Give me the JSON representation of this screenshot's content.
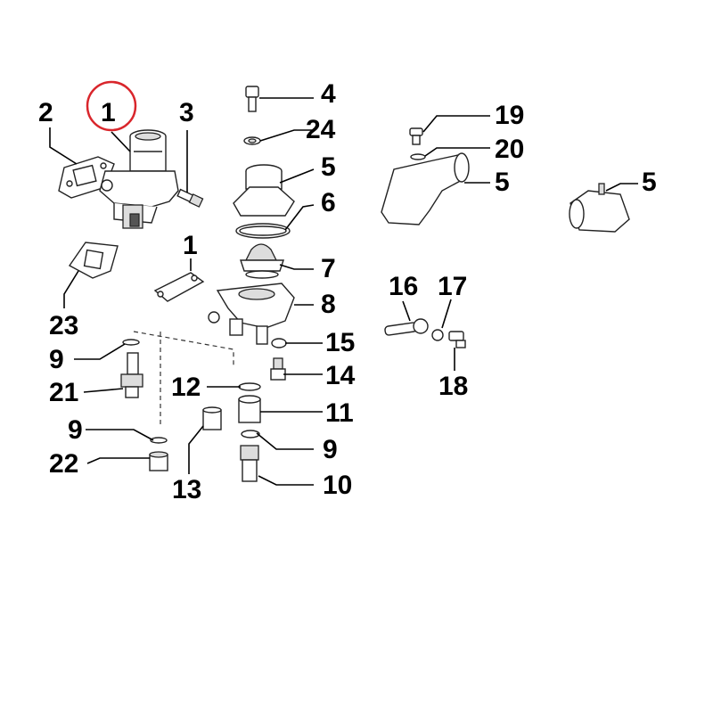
{
  "highlight": {
    "color": "#d9262c",
    "target_label": "1"
  },
  "callouts": {
    "c1a": "1",
    "c2": "2",
    "c3": "3",
    "c4": "4",
    "c24": "24",
    "c5a": "5",
    "c6": "6",
    "c19": "19",
    "c20": "20",
    "c5b": "5",
    "c5c": "5",
    "c1b": "1",
    "c7": "7",
    "c8": "8",
    "c23": "23",
    "c16": "16",
    "c17": "17",
    "c18": "18",
    "c9a": "9",
    "c21": "21",
    "c15": "15",
    "c14": "14",
    "c12": "12",
    "c11": "11",
    "c9b": "9",
    "c9c": "9",
    "c22": "22",
    "c13": "13",
    "c10": "10"
  }
}
